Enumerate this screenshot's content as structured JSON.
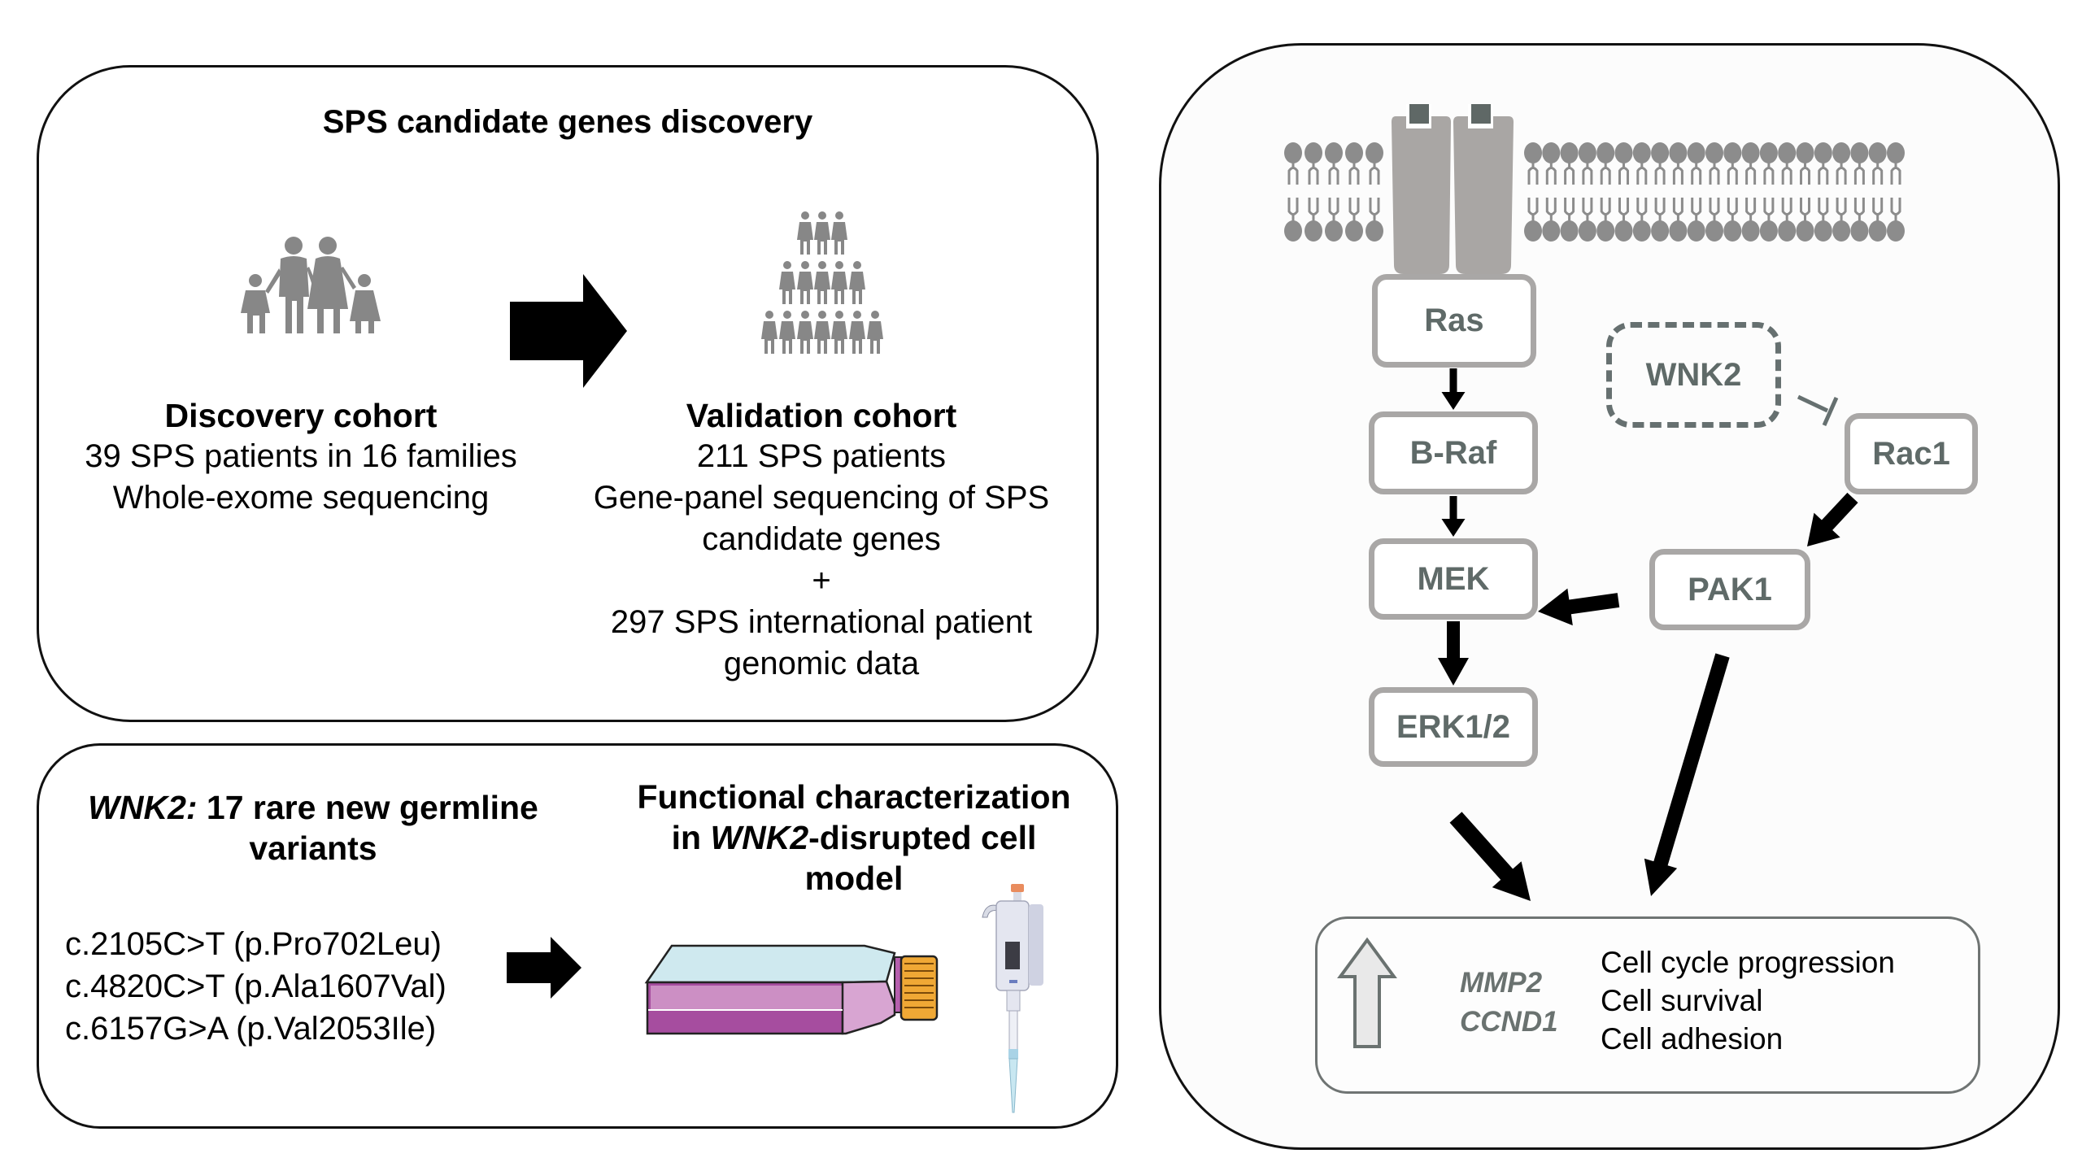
{
  "discovery_panel": {
    "title": "SPS candidate genes discovery",
    "discovery_cohort": {
      "icon": "family-icon",
      "heading": "Discovery cohort",
      "lines": [
        "39 SPS patients in 16 families",
        "Whole-exome sequencing"
      ]
    },
    "arrow_icon": "right-arrow-icon",
    "validation_cohort": {
      "icon": "crowd-pyramid-icon",
      "heading": "Validation cohort",
      "lines": [
        "211 SPS patients",
        "Gene-panel sequencing of SPS",
        "candidate genes",
        "+",
        "297 SPS international patient",
        "genomic data"
      ]
    }
  },
  "variants_panel": {
    "title_gene": "WNK2:",
    "title_rest": " 17 rare new germline",
    "title_line2": "variants",
    "variants": [
      "c.2105C>T (p.Pro702Leu)",
      "c.4820C>T (p.Ala1607Val)",
      "c.6157G>A (p.Val2053Ile)"
    ],
    "arrow_icon": "right-arrow-icon",
    "functional": {
      "line1": "Functional characterization",
      "line2_pre": "in ",
      "line2_gene": "WNK2",
      "line2_post": "-disrupted cell",
      "line3": "model"
    },
    "illustrations": [
      "cell-culture-flask-icon",
      "micropipette-icon"
    ]
  },
  "pathway_panel": {
    "membrane": "cell-membrane-lipid-bilayer",
    "receptor": "receptor-dimer-icon",
    "nodes": {
      "ras": "Ras",
      "braf": "B-Raf",
      "mek": "MEK",
      "erk": "ERK1/2",
      "wnk2": "WNK2",
      "rac1": "Rac1",
      "pak1": "PAK1"
    },
    "edges": [
      {
        "from": "Ras",
        "to": "B-Raf",
        "type": "activation"
      },
      {
        "from": "B-Raf",
        "to": "MEK",
        "type": "activation"
      },
      {
        "from": "MEK",
        "to": "ERK1/2",
        "type": "activation"
      },
      {
        "from": "WNK2",
        "to": "Rac1",
        "type": "inhibition"
      },
      {
        "from": "Rac1",
        "to": "PAK1",
        "type": "activation"
      },
      {
        "from": "PAK1",
        "to": "MEK",
        "type": "activation"
      },
      {
        "from": "ERK1/2",
        "to": "outcome",
        "type": "activation"
      },
      {
        "from": "PAK1",
        "to": "outcome",
        "type": "activation"
      }
    ],
    "outcome": {
      "indicator": "up-arrow-icon",
      "genes": [
        "MMP2",
        "CCND1"
      ],
      "effects": [
        "Cell cycle progression",
        "Cell survival",
        "Cell adhesion"
      ]
    },
    "colors": {
      "node_border": "#a9a7a6",
      "node_text": "#5f6a68",
      "membrane": "#8c8c8c",
      "receptor": "#a9a6a4",
      "ligand": "#5f6866",
      "arrow": "#000000"
    }
  }
}
